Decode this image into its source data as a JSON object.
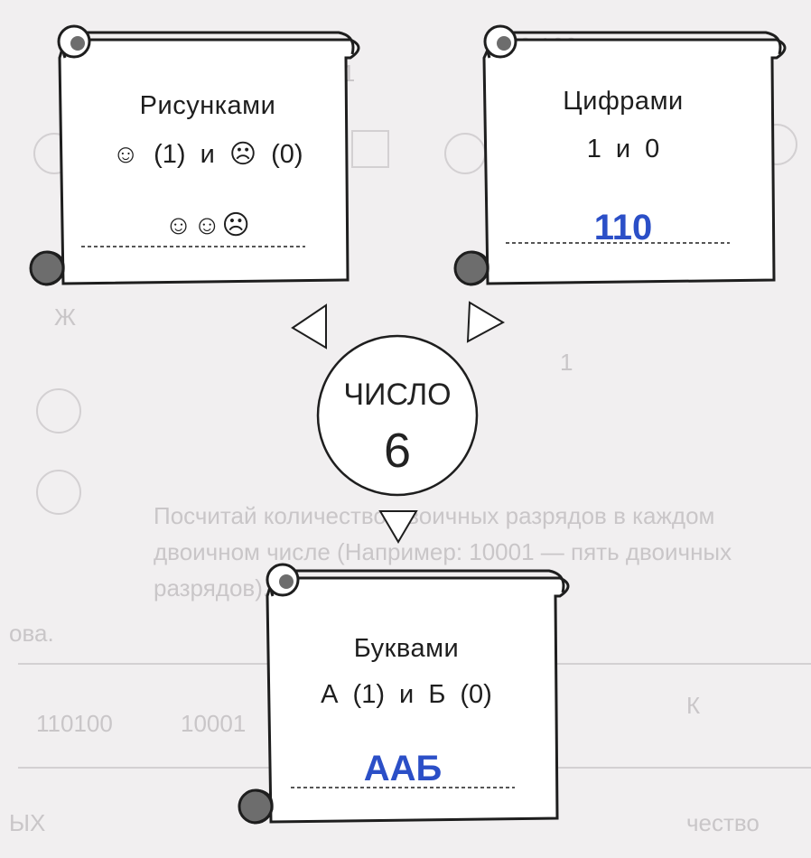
{
  "scrolls": {
    "pictures": {
      "title": "Рисунками",
      "rule": "☺ (1) и ☹ (0)",
      "example": "☺☺☹"
    },
    "digits": {
      "title": "Цифрами",
      "rule": "1 и 0",
      "answer": "110"
    },
    "letters": {
      "title": "Буквами",
      "rule": "А (1) и Б (0)",
      "answer": "ААБ"
    }
  },
  "center": {
    "word": "ЧИСЛО",
    "number": "6"
  },
  "colors": {
    "answer": "#2b4fc7",
    "ink": "#1e1e1e",
    "paper": "#ffffff",
    "background": "#f1eff0"
  }
}
